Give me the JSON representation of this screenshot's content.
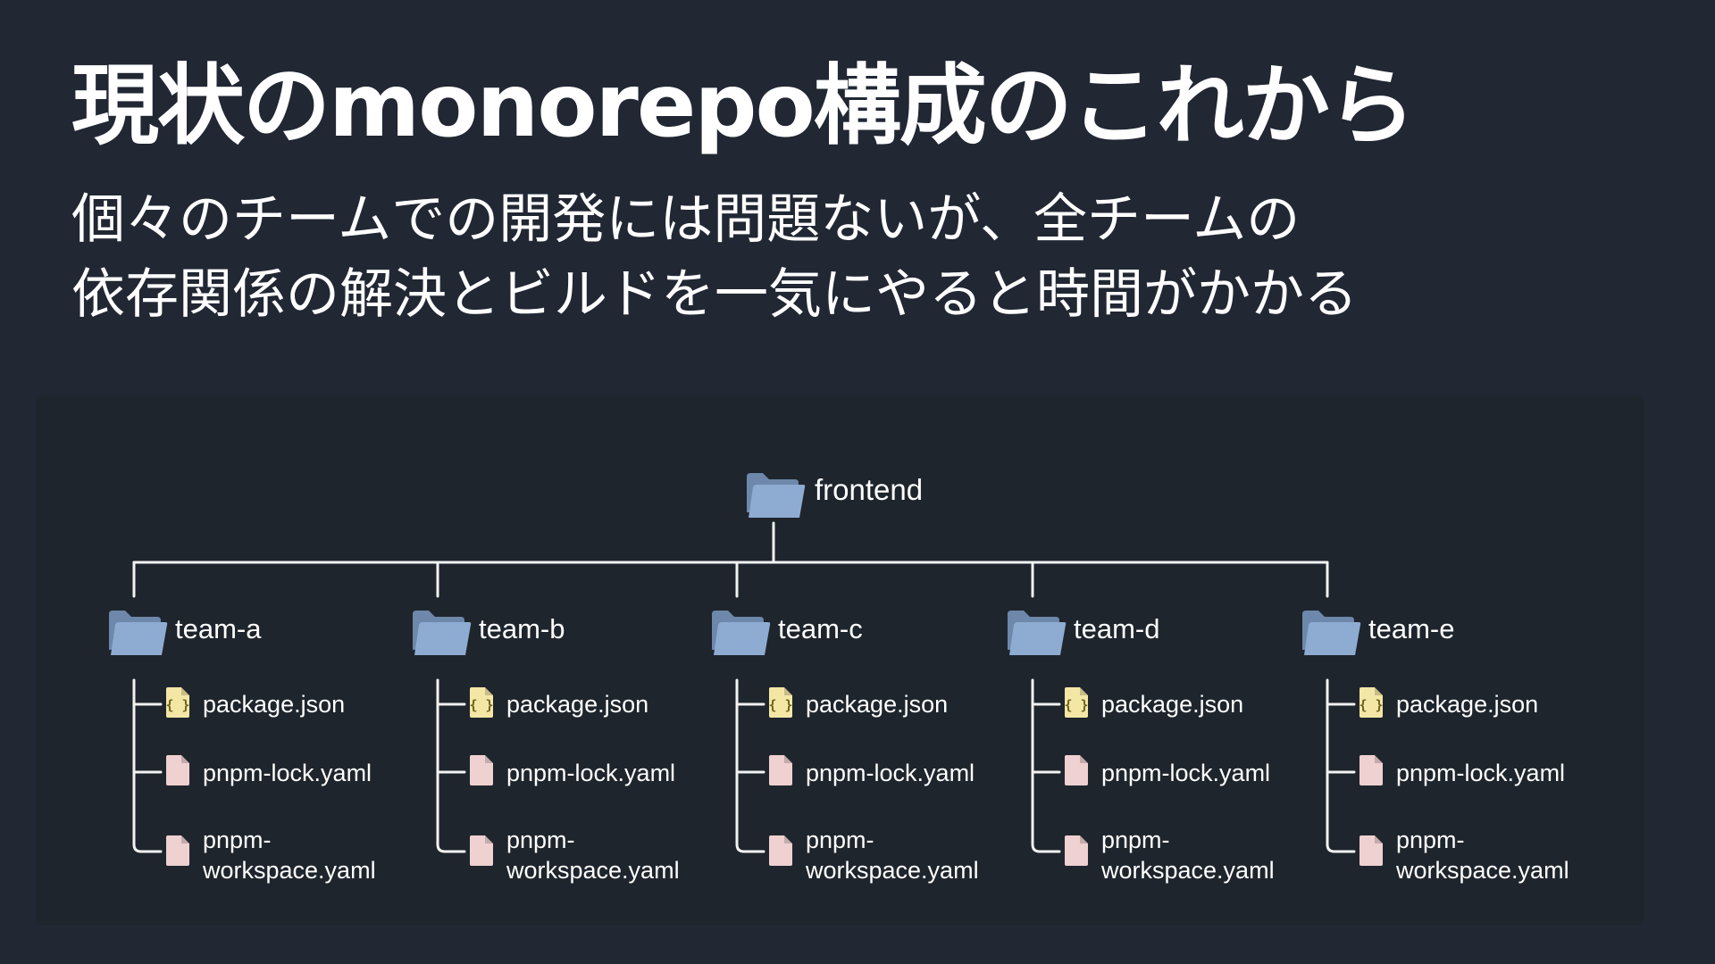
{
  "slide": {
    "title": "現状のmonorepo構成のこれから",
    "subtitle_lines": [
      "個々のチームでの開発には問題ないが、全チームの",
      "依存関係の解決とビルドを一気にやると時間がかかる"
    ]
  },
  "colors": {
    "background": "#212733",
    "panel": "#1f252d",
    "connector": "#f2f2f2",
    "text": "#ffffff",
    "folder_back": "#6d88aa",
    "folder_front": "#8eacd2",
    "json_icon": "#f4e7a6",
    "yaml_icon": "#efd1d1"
  },
  "tree": {
    "root": {
      "label": "frontend",
      "icon": "folder-icon"
    },
    "children": [
      {
        "label": "team-a",
        "icon": "folder-icon",
        "files": [
          {
            "lines": [
              "package.json"
            ],
            "icon": "json-file-icon"
          },
          {
            "lines": [
              "pnpm-lock.yaml"
            ],
            "icon": "yaml-file-icon"
          },
          {
            "lines": [
              "pnpm-",
              "workspace.yaml"
            ],
            "icon": "yaml-file-icon"
          }
        ]
      },
      {
        "label": "team-b",
        "icon": "folder-icon",
        "files": [
          {
            "lines": [
              "package.json"
            ],
            "icon": "json-file-icon"
          },
          {
            "lines": [
              "pnpm-lock.yaml"
            ],
            "icon": "yaml-file-icon"
          },
          {
            "lines": [
              "pnpm-",
              "workspace.yaml"
            ],
            "icon": "yaml-file-icon"
          }
        ]
      },
      {
        "label": "team-c",
        "icon": "folder-icon",
        "files": [
          {
            "lines": [
              "package.json"
            ],
            "icon": "json-file-icon"
          },
          {
            "lines": [
              "pnpm-lock.yaml"
            ],
            "icon": "yaml-file-icon"
          },
          {
            "lines": [
              "pnpm-",
              "workspace.yaml"
            ],
            "icon": "yaml-file-icon"
          }
        ]
      },
      {
        "label": "team-d",
        "icon": "folder-icon",
        "files": [
          {
            "lines": [
              "package.json"
            ],
            "icon": "json-file-icon"
          },
          {
            "lines": [
              "pnpm-lock.yaml"
            ],
            "icon": "yaml-file-icon"
          },
          {
            "lines": [
              "pnpm-",
              "workspace.yaml"
            ],
            "icon": "yaml-file-icon"
          }
        ]
      },
      {
        "label": "team-e",
        "icon": "folder-icon",
        "files": [
          {
            "lines": [
              "package.json"
            ],
            "icon": "json-file-icon"
          },
          {
            "lines": [
              "pnpm-lock.yaml"
            ],
            "icon": "yaml-file-icon"
          },
          {
            "lines": [
              "pnpm-",
              "workspace.yaml"
            ],
            "icon": "yaml-file-icon"
          }
        ]
      }
    ]
  }
}
